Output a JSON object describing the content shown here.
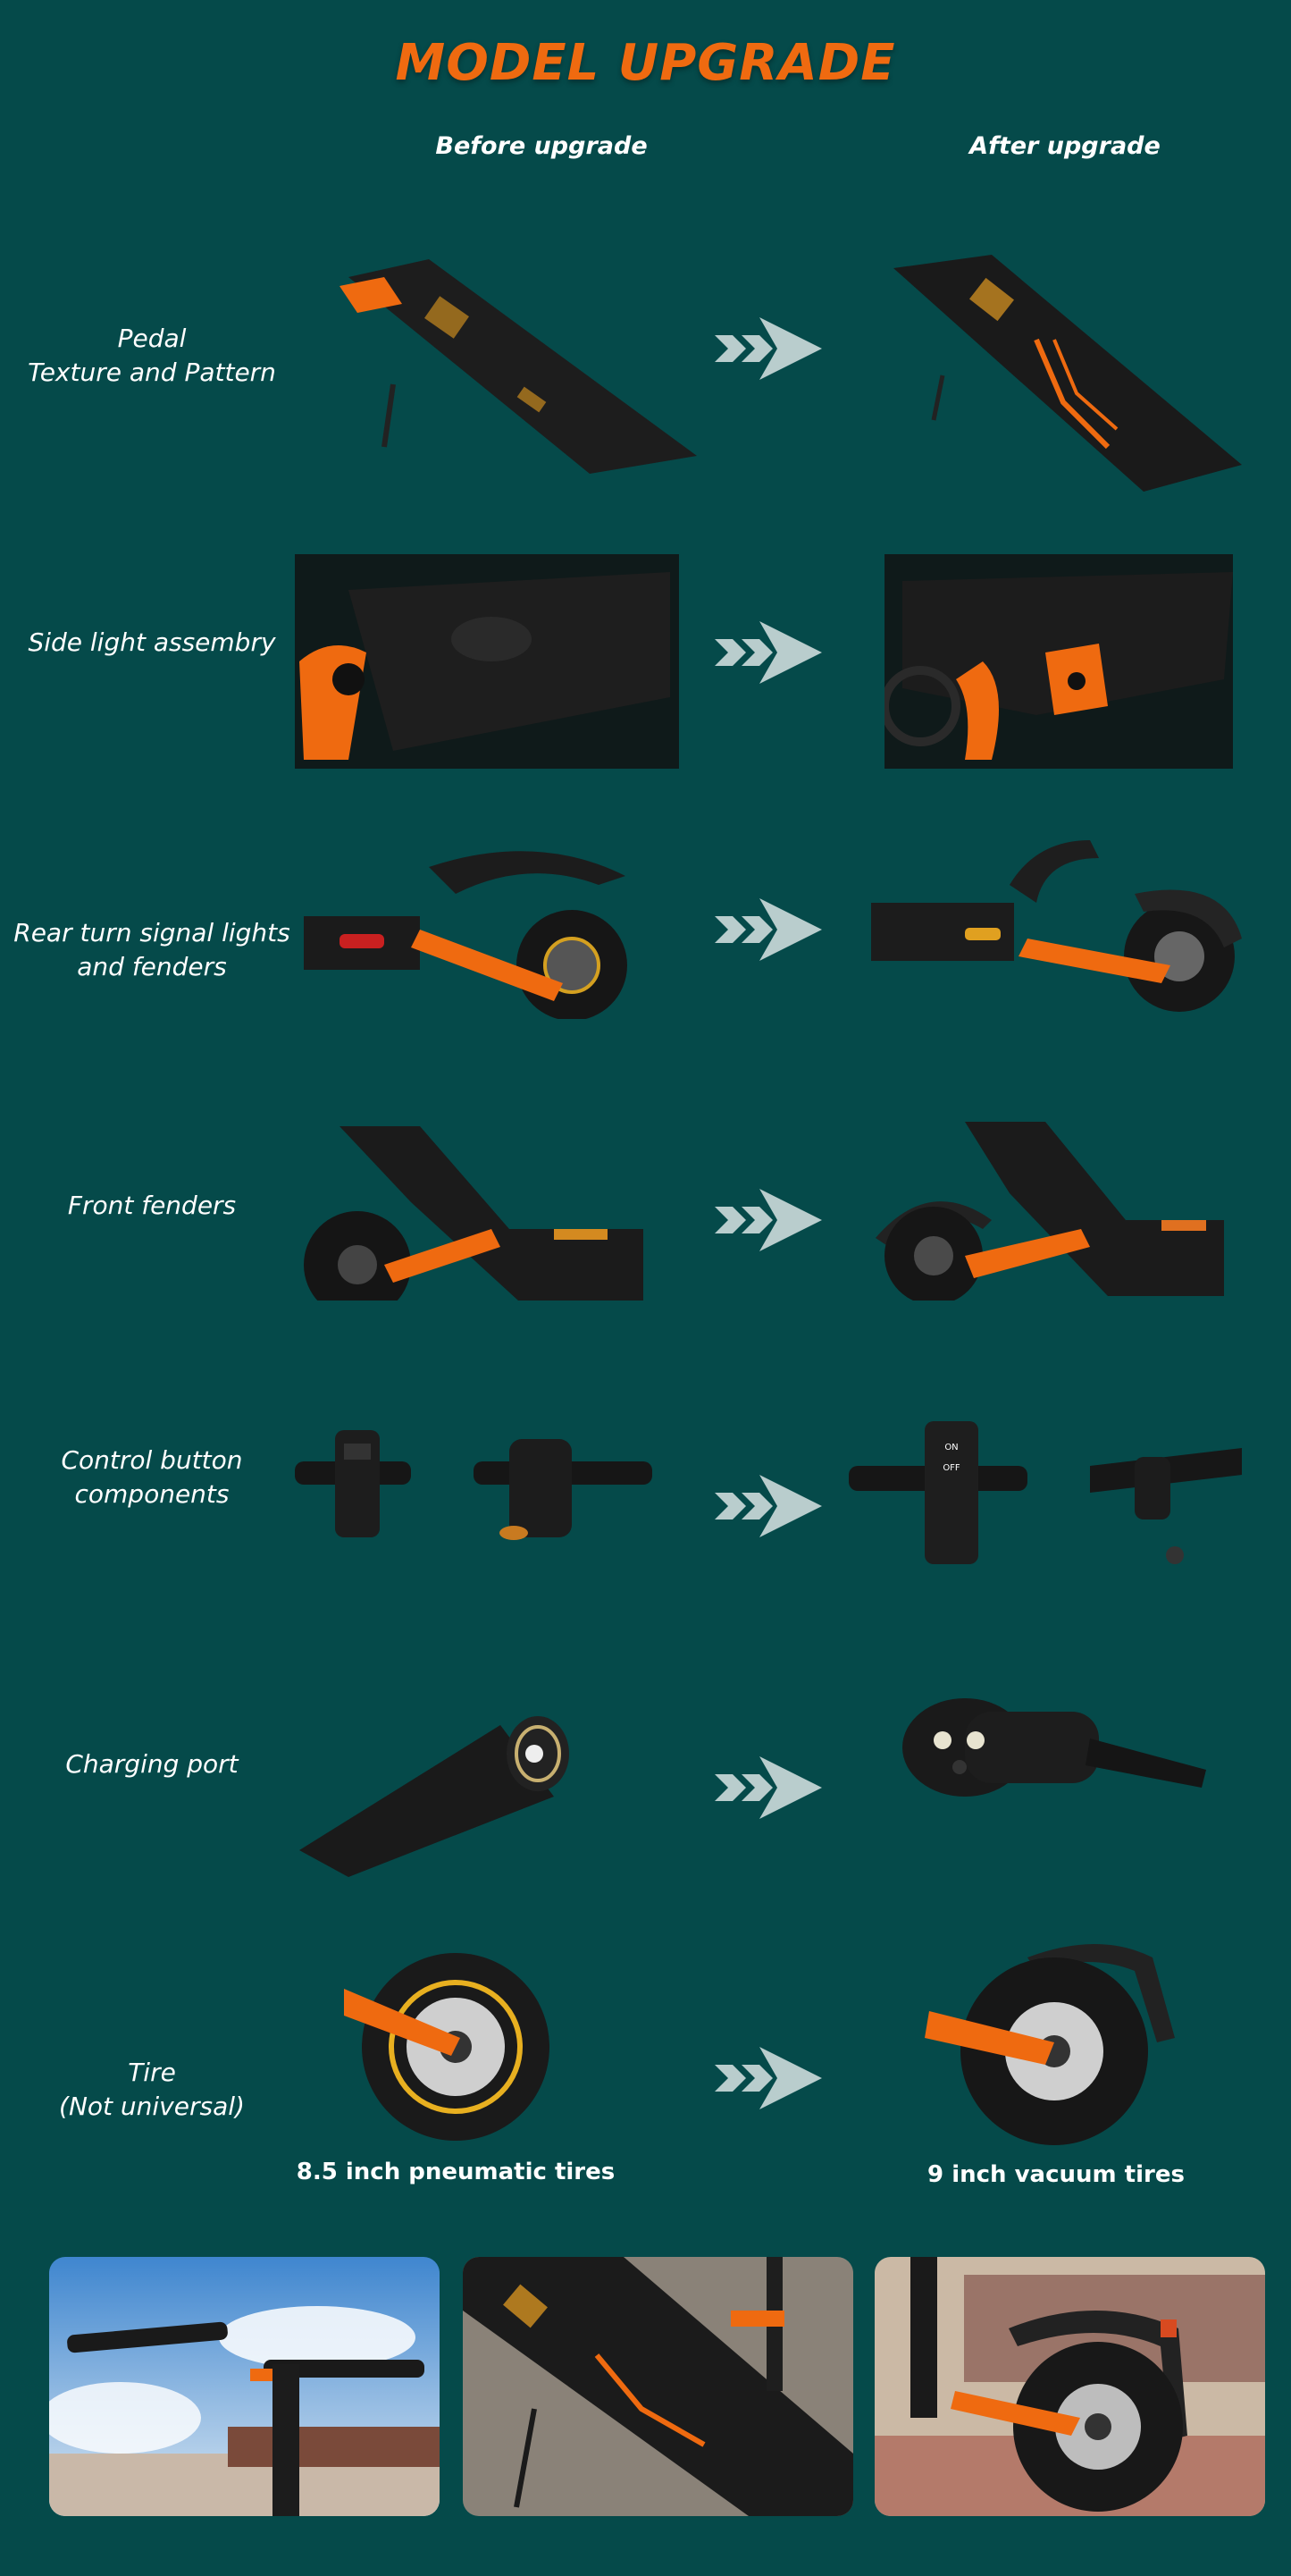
{
  "header": {
    "title": "MODEL UPGRADE",
    "before_label": "Before upgrade",
    "after_label": "After upgrade"
  },
  "rows": [
    {
      "label_lines": [
        "Pedal",
        "Texture and Pattern"
      ]
    },
    {
      "label_lines": [
        "Side light assembry"
      ]
    },
    {
      "label_lines": [
        "Rear turn signal lights",
        "and fenders"
      ]
    },
    {
      "label_lines": [
        "Front fenders"
      ]
    },
    {
      "label_lines": [
        "Control button",
        "components"
      ]
    },
    {
      "label_lines": [
        "Charging port"
      ]
    },
    {
      "label_lines": [
        "Tire",
        "(Not universal)"
      ]
    }
  ],
  "tire_captions": {
    "before": "8.5 inch pneumatic tires",
    "after": "9 inch vacuum tires"
  },
  "colors": {
    "background": "#054a4a",
    "accent_orange": "#ef6a10",
    "arrow": "#b9cdcd",
    "scooter_black": "#1a1a1a"
  }
}
